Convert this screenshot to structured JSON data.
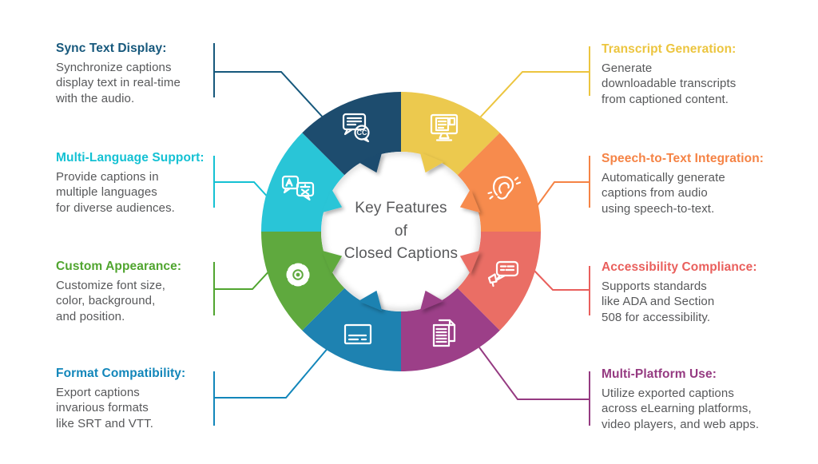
{
  "title": "Key Features\nof\nClosed Captions",
  "features": [
    {
      "heading": "Sync Text Display:",
      "body": "Synchronize captions\ndisplay text in real-time\nwith the audio.",
      "color": "#16587c"
    },
    {
      "heading": "Multi-Language Support:",
      "body": "Provide captions in\nmultiple languages\nfor diverse audiences.",
      "color": "#14c1d3"
    },
    {
      "heading": "Custom Appearance:",
      "body": "Customize font size,\ncolor, background,\nand position.",
      "color": "#50a52f"
    },
    {
      "heading": "Format Compatibility:",
      "body": "Export captions\ninvarious formats\nlike SRT and VTT.",
      "color": "#1286ba"
    },
    {
      "heading": "Transcript Generation:",
      "body": "Generate\ndownloadable transcripts\nfrom captioned content.",
      "color": "#ecc53f"
    },
    {
      "heading": "Speech-to-Text Integration:",
      "body": "Automatically generate\ncaptions from audio\nusing speech-to-text.",
      "color": "#f58345"
    },
    {
      "heading": "Accessibility Compliance:",
      "body": "Supports standards\nlike ADA and Section\n508 for accessibility.",
      "color": "#e95f5c"
    },
    {
      "heading": "Multi-Platform Use:",
      "body": "Utilize exported captions\nacross eLearning platforms,\nvideo players, and web apps.",
      "color": "#953a81"
    }
  ],
  "donut": {
    "segments": [
      {
        "name": "transcript-generation",
        "color": "#ecc94e",
        "icon": "monitor-transcript-icon"
      },
      {
        "name": "speech-to-text-integration",
        "color": "#f78b4d",
        "icon": "ear-icon"
      },
      {
        "name": "accessibility-compliance",
        "color": "#ea6e65",
        "icon": "caption-megaphone-icon"
      },
      {
        "name": "multi-platform-use",
        "color": "#9c3f88",
        "icon": "documents-icon"
      },
      {
        "name": "format-compatibility",
        "color": "#1e82b1",
        "icon": "caption-box-icon"
      },
      {
        "name": "custom-appearance",
        "color": "#5fa93e",
        "icon": "gear-icon"
      },
      {
        "name": "multi-language-support",
        "color": "#29c5d7",
        "icon": "translate-bubbles-icon"
      },
      {
        "name": "sync-text-display",
        "color": "#1d4c6e",
        "icon": "cc-chat-icon"
      }
    ]
  }
}
